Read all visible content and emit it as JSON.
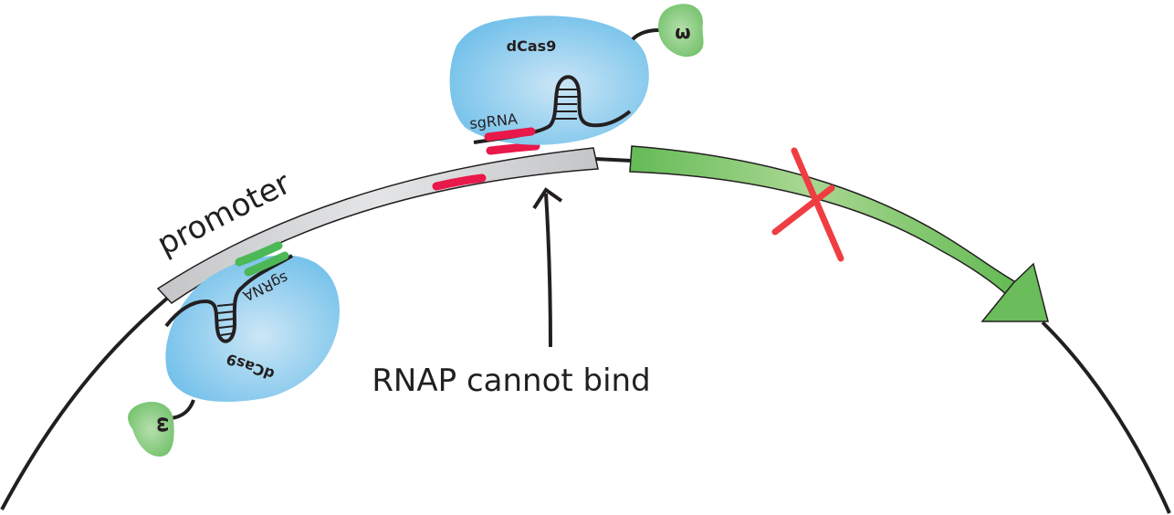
{
  "figure": {
    "title": "CRISPRi repression: dCas9-omega fusion blocking RNAP binding at promoter",
    "colors": {
      "dna_line": "#231f20",
      "promoter_fill": "#c6c7c8",
      "gene_arrow": "#6abd5a",
      "dcas9": "#7ec5ea",
      "omega": "#7cc576",
      "target_site_active": "#e8194a",
      "target_site_other": "#4cb856",
      "cross_mark": "#ef3e42"
    }
  },
  "labels": {
    "promoter": "promoter",
    "top_dcas9": "dCas9",
    "top_sgrna": "sgRNA",
    "top_omega": "ω",
    "bottom_dcas9": "dCas9",
    "bottom_sgrna": "sgRNA",
    "bottom_omega": "ω",
    "annotation": "RNAP cannot bind"
  }
}
